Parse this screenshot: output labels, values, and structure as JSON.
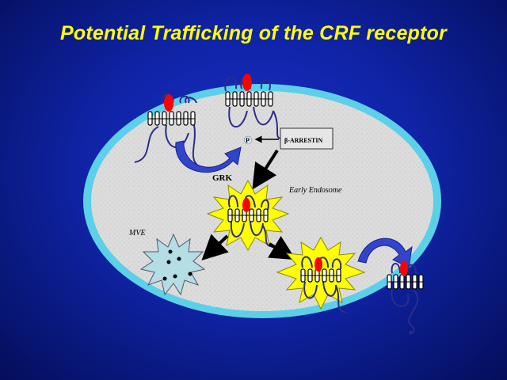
{
  "title": "Potential Trafficking of the CRF receptor",
  "labels": {
    "arrestin_box": "β-ARRESTIN",
    "phosphate": "P",
    "grk": "GRK",
    "early_endosome": "Early Endosome",
    "mve": "MVE"
  },
  "colors": {
    "background": "#1024a8",
    "title": "#ffff00",
    "cell_border": "#5bd0e8",
    "cytoplasm": "#dcdcdc",
    "endosome": "#ffff00",
    "mve": "#b4dde6",
    "ligand": "#ff0000",
    "receptor_loops": "#2c2c8c",
    "arrow_blue": "#3344cc",
    "arrow_black": "#000000"
  }
}
